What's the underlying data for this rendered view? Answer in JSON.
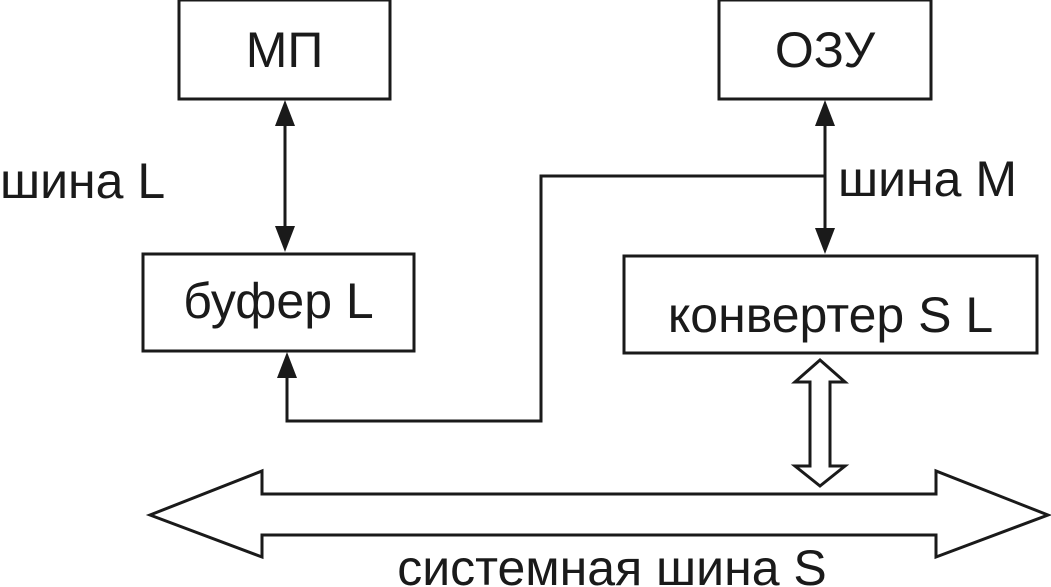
{
  "blocks": {
    "mp": "МП",
    "ozu": "ОЗУ",
    "buffer": "буфер L",
    "converter": "конвертер S L"
  },
  "buses": {
    "bus_l": "шина L",
    "bus_m": "шина M",
    "system_bus": "системная шина S"
  },
  "colors": {
    "stroke": "#1a1a1a",
    "background": "#ffffff"
  }
}
